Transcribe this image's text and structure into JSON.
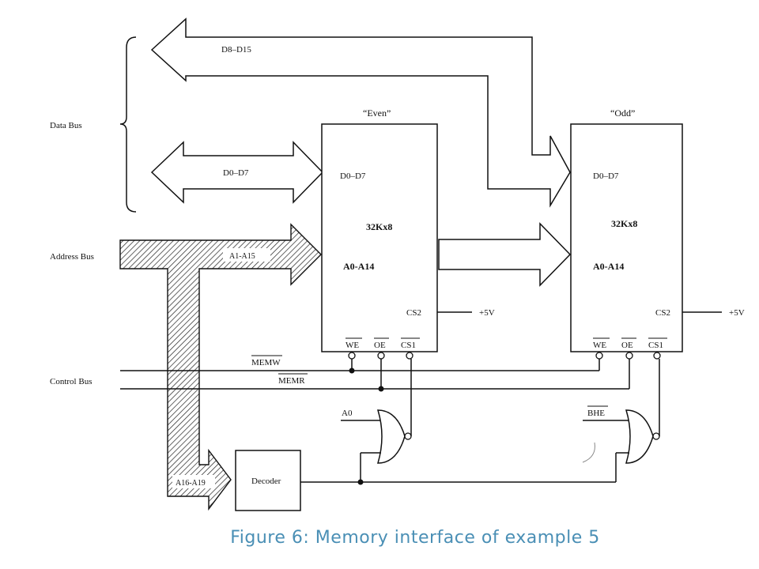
{
  "bus_labels": {
    "data_bus": "Data Bus",
    "address_bus": "Address Bus",
    "control_bus": "Control Bus"
  },
  "data_lines": {
    "high": "D8–D15",
    "low": "D0–D7"
  },
  "address_lines": {
    "main": "A1-A15",
    "upper": "A16-A19"
  },
  "control_signals": {
    "memw": "MEMW",
    "memr": "MEMR"
  },
  "even_chip": {
    "title": "“Even”",
    "data_pins": "D0–D7",
    "size": "32Kx8",
    "addr_pins": "A0-A14",
    "cs2": "CS2",
    "vcc": "+5V",
    "we": "WE",
    "oe": "OE",
    "cs1": "CS1"
  },
  "odd_chip": {
    "title": "“Odd”",
    "data_pins": "D0–D7",
    "size": "32Kx8",
    "addr_pins": "A0-A14",
    "cs2": "CS2",
    "vcc": "+5V",
    "we": "WE",
    "oe": "OE",
    "cs1": "CS1"
  },
  "gate_inputs": {
    "even": "A0",
    "odd": "BHE"
  },
  "decoder_label": "Decoder",
  "caption": "Figure 6: Memory interface of example 5",
  "colors": {
    "line": "#111111",
    "caption": "#4a8fb5"
  }
}
